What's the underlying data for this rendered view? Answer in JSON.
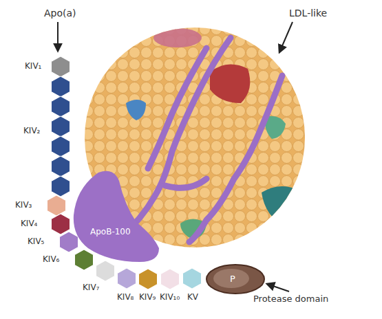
{
  "diagram": {
    "nodes": [
      {
        "text": [
          "ApoB-100"
        ]
      },
      {
        "text": [
          "P",
          "Protease domain"
        ]
      }
    ],
    "labels": [
      "Apo(a)",
      "LDL-like",
      "KIV₁",
      "KIV₂",
      "KIV₃",
      "KIV₄",
      "KIV₅",
      "KIV₆",
      "KIV₇",
      "KIV₈",
      "KIV₉",
      "KIV₁₀",
      "KV"
    ]
  }
}
